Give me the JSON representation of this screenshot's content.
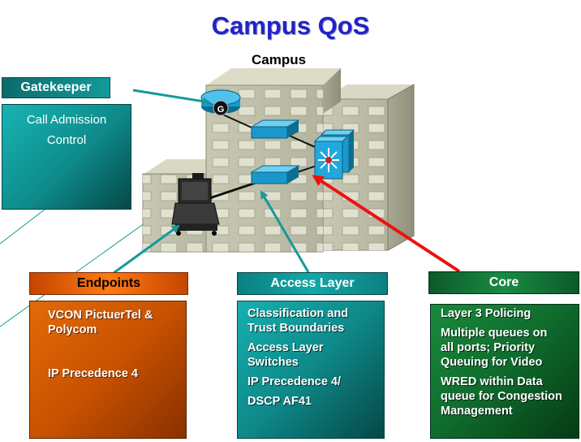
{
  "title": "Campus QoS",
  "campus_label": "Campus",
  "gatekeeper": {
    "header": "Gatekeeper",
    "lines": [
      "Call Admission",
      "Control"
    ]
  },
  "endpoints": {
    "header": "Endpoints",
    "lines": [
      "VCON PictuerTel &",
      "Polycom",
      "IP Precedence 4"
    ]
  },
  "access_layer": {
    "header": "Access Layer",
    "lines": [
      "Classification and",
      "Trust Boundaries",
      "Access Layer",
      "Switches",
      "IP Precedence 4/",
      "DSCP AF41"
    ]
  },
  "core": {
    "header": "Core",
    "lines": [
      "Layer 3 Policing",
      "Multiple queues on",
      "all ports; Priority",
      "Queuing for Video",
      "WRED within Data",
      "queue for Congestion",
      "Management"
    ]
  },
  "gatekeeper_router_letter": "G",
  "colors": {
    "title": "#2323c8",
    "teal_arrow": "#149a9a",
    "red_arrow": "#ee1111",
    "building": "#c8c8b4"
  }
}
